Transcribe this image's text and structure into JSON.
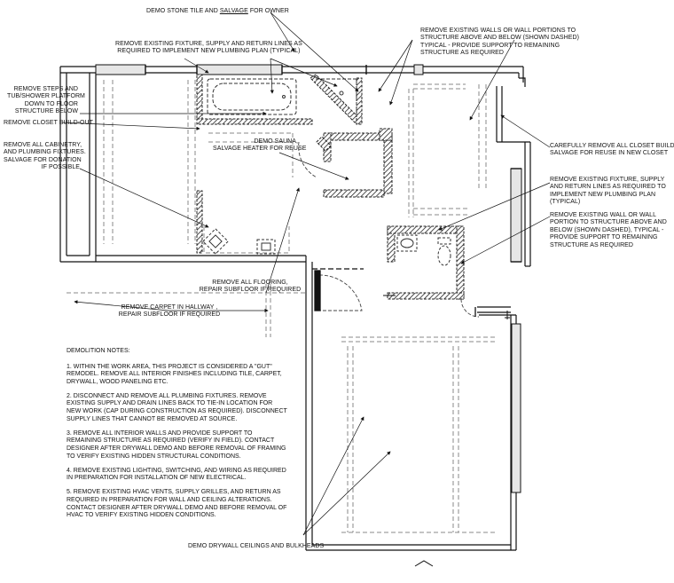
{
  "annotations": {
    "demo_stone_tile": "DEMO STONE TILE AND",
    "salvage_word": "SALVAGE",
    "for_owner": "FOR OWNER",
    "remove_fixture_top": [
      "REMOVE EXISTING FIXTURE, SUPPLY AND RETURN LINES AS",
      "REQUIRED TO IMPLEMENT NEW PLUMBING PLAN (TYPICAL)"
    ],
    "remove_walls_top": [
      "REMOVE EXISTING WALLS OR WALL PORTIONS TO",
      "STRUCTURE ABOVE AND BELOW (SHOWN DASHED)",
      " TYPICAL - PROVIDE SUPPORT TO REMAINING",
      "STRUCTURE AS REQUIRED"
    ],
    "remove_steps": [
      "REMOVE STEPS AND",
      "TUB/SHOWER PLATFORM",
      "DOWN TO FLOOR",
      "STRUCTURE BELOW"
    ],
    "remove_closet": "REMOVE CLOSET BUILD-OUT",
    "remove_cabinetry": [
      "REMOVE ALL CABINETRY,",
      "AND PLUMBING FIXTURES.",
      "SALVAGE FOR DONATION",
      "IF POSSIBLE"
    ],
    "demo_sauna": [
      "DEMO SAUNA,",
      "SALVAGE HEATER FOR REUSE"
    ],
    "closet_buildouts": [
      "CAREFULLY REMOVE ALL CLOSET BUILD-OUTS,",
      "SALVAGE FOR REUSE IN NEW CLOSET"
    ],
    "remove_fixture_right": [
      "REMOVE EXISTING FIXTURE, SUPPLY",
      "AND RETURN LINES AS REQUIRED TO",
      "IMPLEMENT NEW PLUMBING PLAN",
      "(TYPICAL)"
    ],
    "remove_wall_right": [
      "REMOVE EXISTING WALL OR WALL",
      "PORTION TO STRUCTURE ABOVE AND",
      "BELOW (SHOWN DASHED), TYPICAL -",
      "PROVIDE SUPPORT TO REMAINING",
      "STRUCTURE AS REQUIRED"
    ],
    "remove_flooring": [
      "REMOVE ALL FLOORING,",
      "REPAIR SUBFLOOR IF REQUIRED"
    ],
    "remove_carpet": [
      "REMOVE CARPET IN HALLWAY ,",
      "REPAIR SUBFLOOR IF REQUIRED"
    ],
    "demo_drywall": "DEMO DRYWALL CEILINGS AND BULKHEADS"
  },
  "demolition_notes": {
    "title": "DEMOLITION NOTES:",
    "items": [
      "1.  WITHIN THE WORK AREA, THIS PROJECT IS CONSIDERED A \"GUT\" REMODEL.  REMOVE ALL INTERIOR FINISHES INCLUDING TILE, CARPET, DRYWALL, WOOD PANELING ETC.",
      "2.  DISCONNECT AND REMOVE ALL PLUMBING FIXTURES.  REMOVE EXISTING SUPPLY AND DRAIN LINES BACK TO TIE-IN LOCATION FOR NEW WORK (CAP DURING CONSTRUCTION AS REQUIRED).  DISCONNECT SUPPLY LINES THAT CANNOT BE REMOVED AT SOURCE.",
      "3.  REMOVE ALL INTERIOR WALLS AND PROVIDE SUPPORT TO REMAINING STRUCTURE AS REQUIRED (VERIFY IN FIELD).  CONTACT DESIGNER AFTER DRYWALL DEMO AND BEFORE REMOVAL OF FRAMING TO VERIFY EXISTING HIDDEN STRUCTURAL CONDITIONS.",
      "4.  REMOVE EXISTING LIGHTING, SWITCHING, AND WIRING AS REQUIRED IN PREPARATION FOR INSTALLATION OF NEW ELECTRICAL.",
      "5.  REMOVE EXISTING HVAC VENTS, SUPPLY GRILLES, AND RETURN AS REQUIRED IN PREPARATION FOR WALL AND CEILING ALTERATIONS.  CONTACT DESIGNER AFTER DRYWALL DEMO AND BEFORE REMOVAL OF HVAC TO VERIFY EXISTING HIDDEN CONDITIONS."
    ]
  },
  "colors": {
    "line": "#111111",
    "dashed": "#8a8a8a",
    "hatch": "#222222"
  }
}
